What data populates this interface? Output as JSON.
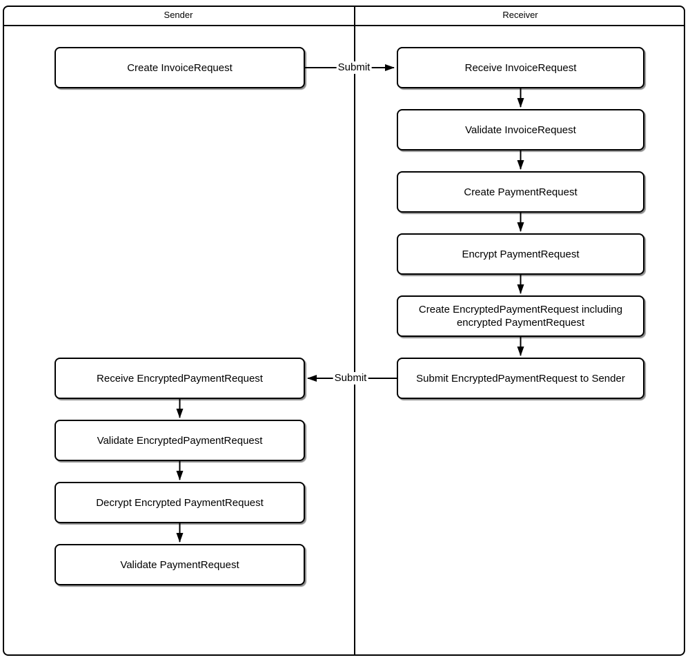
{
  "lanes": [
    {
      "id": "sender",
      "label": "Sender"
    },
    {
      "id": "receiver",
      "label": "Receiver"
    }
  ],
  "sender_nodes": [
    {
      "label": "Create InvoiceRequest"
    },
    {
      "label": "Receive EncryptedPaymentRequest"
    },
    {
      "label": "Validate EncryptedPaymentRequest"
    },
    {
      "label": "Decrypt Encrypted PaymentRequest"
    },
    {
      "label": "Validate PaymentRequest"
    }
  ],
  "receiver_nodes": [
    {
      "label": "Receive InvoiceRequest"
    },
    {
      "label": "Validate InvoiceRequest"
    },
    {
      "label": "Create PaymentRequest"
    },
    {
      "label": "Encrypt PaymentRequest"
    },
    {
      "label": "Create EncryptedPaymentRequest including encrypted PaymentRequest"
    },
    {
      "label": "Submit EncryptedPaymentRequest to Sender"
    }
  ],
  "edges": [
    {
      "from": "Create InvoiceRequest",
      "to": "Receive InvoiceRequest",
      "label": "Submit"
    },
    {
      "from": "Receive InvoiceRequest",
      "to": "Validate InvoiceRequest",
      "label": ""
    },
    {
      "from": "Validate InvoiceRequest",
      "to": "Create PaymentRequest",
      "label": ""
    },
    {
      "from": "Create PaymentRequest",
      "to": "Encrypt PaymentRequest",
      "label": ""
    },
    {
      "from": "Encrypt PaymentRequest",
      "to": "Create EncryptedPaymentRequest including encrypted PaymentRequest",
      "label": ""
    },
    {
      "from": "Create EncryptedPaymentRequest including encrypted PaymentRequest",
      "to": "Submit EncryptedPaymentRequest to Sender",
      "label": ""
    },
    {
      "from": "Submit EncryptedPaymentRequest to Sender",
      "to": "Receive EncryptedPaymentRequest",
      "label": "Submit"
    },
    {
      "from": "Receive EncryptedPaymentRequest",
      "to": "Validate EncryptedPaymentRequest",
      "label": ""
    },
    {
      "from": "Validate EncryptedPaymentRequest",
      "to": "Decrypt Encrypted PaymentRequest",
      "label": ""
    },
    {
      "from": "Decrypt Encrypted PaymentRequest",
      "to": "Validate PaymentRequest",
      "label": ""
    }
  ],
  "style": {
    "line_color": "#000000",
    "node_fill": "#ffffff",
    "text_color": "#000000"
  }
}
